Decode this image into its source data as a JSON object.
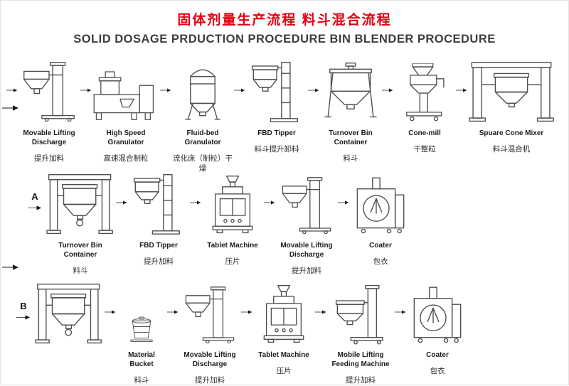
{
  "header": {
    "title_zh": "固体剂量生产流程 料斗混合流程",
    "title_en": "SOLID DOSAGE PRDUCTION PROCEDURE BIN BLENDER PROCEDURE"
  },
  "connectors": {
    "a_label": "A",
    "b_label": "B"
  },
  "colors": {
    "title_red": "#e60012",
    "subtitle_gray": "#3d3d3d",
    "line_art": "#4f4f4f"
  },
  "rows": [
    {
      "items": [
        {
          "en": "Movable Lifting Discharge",
          "zh": "提升加料",
          "icon": "lift-discharge-icon"
        },
        {
          "en": "High Speed Granulator",
          "zh": "高速混合制粒",
          "icon": "granulator-icon"
        },
        {
          "en": "Fluid-bed Granulator",
          "zh": "流化床（制粒）干燥",
          "icon": "fluid-bed-icon"
        },
        {
          "en": "FBD Tipper",
          "zh": "料斗提升卸料",
          "icon": "fbd-tipper-icon"
        },
        {
          "en": "Turnover Bin Container",
          "zh": "料斗",
          "icon": "bin-icon"
        },
        {
          "en": "Cone-mill",
          "zh": "干整粒",
          "icon": "cone-mill-icon"
        },
        {
          "en": "Spuare Cone Mixer",
          "zh": "料斗混合机",
          "icon": "cone-mixer-icon"
        }
      ]
    },
    {
      "items": [
        {
          "en": "Turnover Bin Container",
          "zh": "料斗",
          "icon": "bin-frame-icon"
        },
        {
          "en": "FBD Tipper",
          "zh": "提升加料",
          "icon": "fbd-tipper-icon"
        },
        {
          "en": "Tablet Machine",
          "zh": "压片",
          "icon": "tablet-machine-icon"
        },
        {
          "en": "Movable Lifting Discharge",
          "zh": "提升加料",
          "icon": "lift-discharge-icon"
        },
        {
          "en": "Coater",
          "zh": "包衣",
          "icon": "coater-icon"
        }
      ]
    },
    {
      "items": [
        {
          "en": "",
          "zh": "",
          "icon": "bin-frame-icon"
        },
        {
          "en": "Material Bucket",
          "zh": "料斗",
          "icon": "bucket-icon"
        },
        {
          "en": "Movable Lifting Discharge",
          "zh": "提升加料",
          "icon": "lift-discharge-icon"
        },
        {
          "en": "Tablet Machine",
          "zh": "压片",
          "icon": "tablet-machine-icon"
        },
        {
          "en": "Mobile Lifting Feeding Machine",
          "zh": "提升加料",
          "icon": "mobile-lift-icon"
        },
        {
          "en": "Coater",
          "zh": "包衣",
          "icon": "coater-icon"
        }
      ]
    }
  ]
}
